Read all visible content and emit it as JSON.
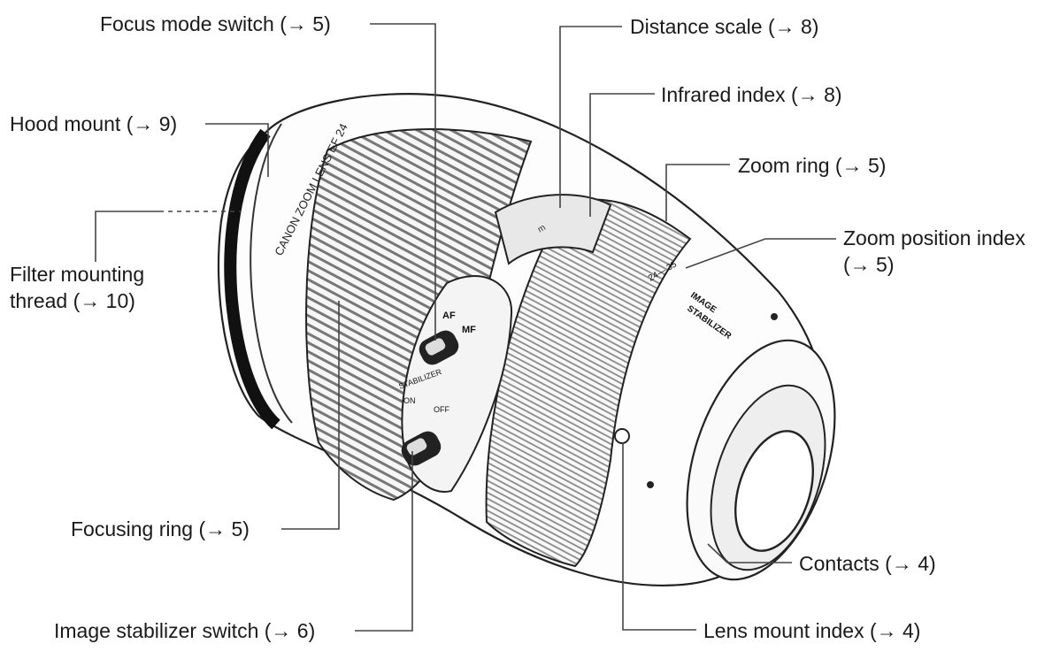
{
  "callouts": {
    "focus_mode_switch": "Focus mode switch (→ 5)",
    "distance_scale": "Distance scale (→ 8)",
    "infrared_index": "Infrared index (→ 8)",
    "hood_mount": "Hood mount (→ 9)",
    "zoom_ring": "Zoom ring (→ 5)",
    "zoom_position_index_line1": "Zoom position index",
    "zoom_position_index_line2": "(→ 5)",
    "filter_mounting_thread_line1": "Filter mounting",
    "filter_mounting_thread_line2": "thread (→ 10)",
    "focusing_ring": "Focusing ring (→ 5)",
    "contacts": "Contacts (→ 4)",
    "image_stabilizer_switch": "Image stabilizer switch (→ 6)",
    "lens_mount_index": "Lens mount index (→ 4)"
  },
  "lens_markings": {
    "brand_text": "CANON ZOOM LENS EF 24",
    "af": "AF",
    "mf": "MF",
    "stabilizer": "STABILIZER",
    "on": "ON",
    "off": "OFF",
    "image_stabilizer_badge_1": "IMAGE",
    "image_stabilizer_badge_2": "STABILIZER",
    "zoom_marks": "24— 35"
  }
}
